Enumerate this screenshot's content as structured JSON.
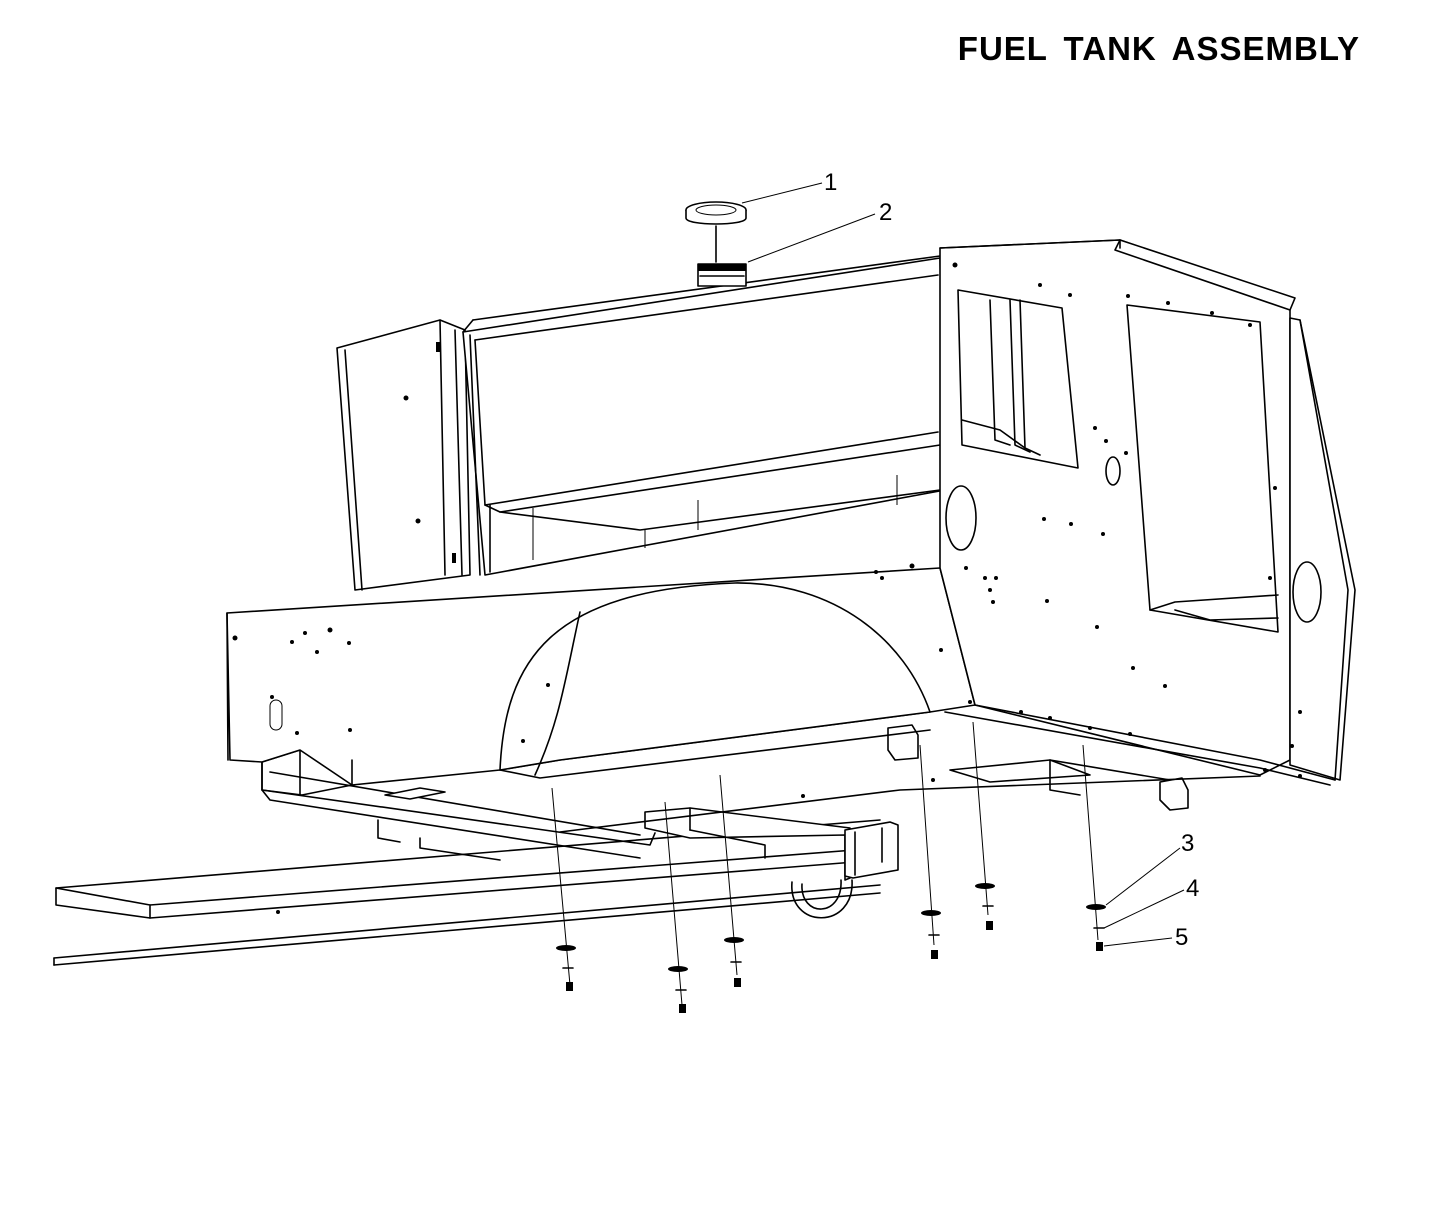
{
  "title": "FUEL TANK ASSEMBLY",
  "callouts": [
    {
      "id": "1",
      "label": "1",
      "part": "fuel-cap"
    },
    {
      "id": "2",
      "label": "2",
      "part": "fuel-tank-neck"
    },
    {
      "id": "3",
      "label": "3",
      "part": "washer"
    },
    {
      "id": "4",
      "label": "4",
      "part": "lock-washer"
    },
    {
      "id": "5",
      "label": "5",
      "part": "bolt"
    }
  ]
}
